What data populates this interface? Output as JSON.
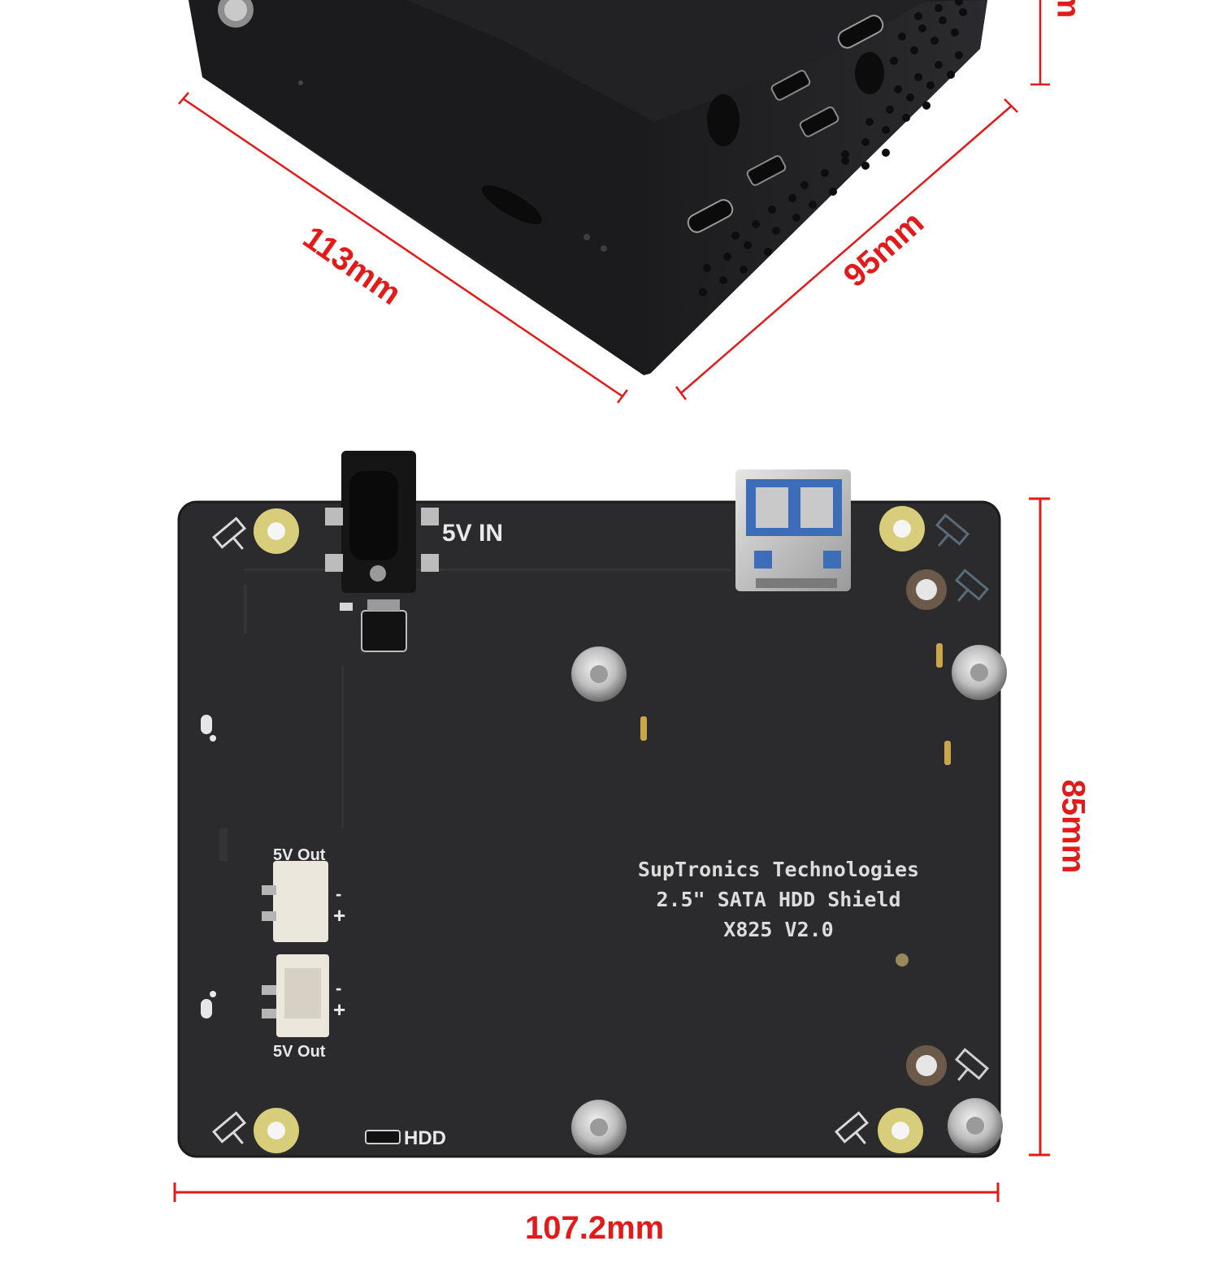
{
  "dimensions": {
    "case_length": "113mm",
    "case_width": "95mm",
    "case_height_partial": "m",
    "board_height": "85mm",
    "board_width": "107.2mm"
  },
  "board": {
    "silkscreen": {
      "power_in": "5V IN",
      "out_top": "5V Out",
      "out_bottom": "5V Out",
      "hdd_led": "HDD",
      "minus_1": "-",
      "plus_1": "+",
      "minus_2": "-",
      "plus_2": "+"
    },
    "label_lines": [
      "SupTronics Technologies",
      "2.5\" SATA HDD Shield",
      "X825 V2.0"
    ]
  },
  "colors": {
    "dimension_red": "#e31a1a",
    "pcb": "#2b2b2d",
    "case": "#1f1f21",
    "pad_gold": "#d8cd7a"
  }
}
